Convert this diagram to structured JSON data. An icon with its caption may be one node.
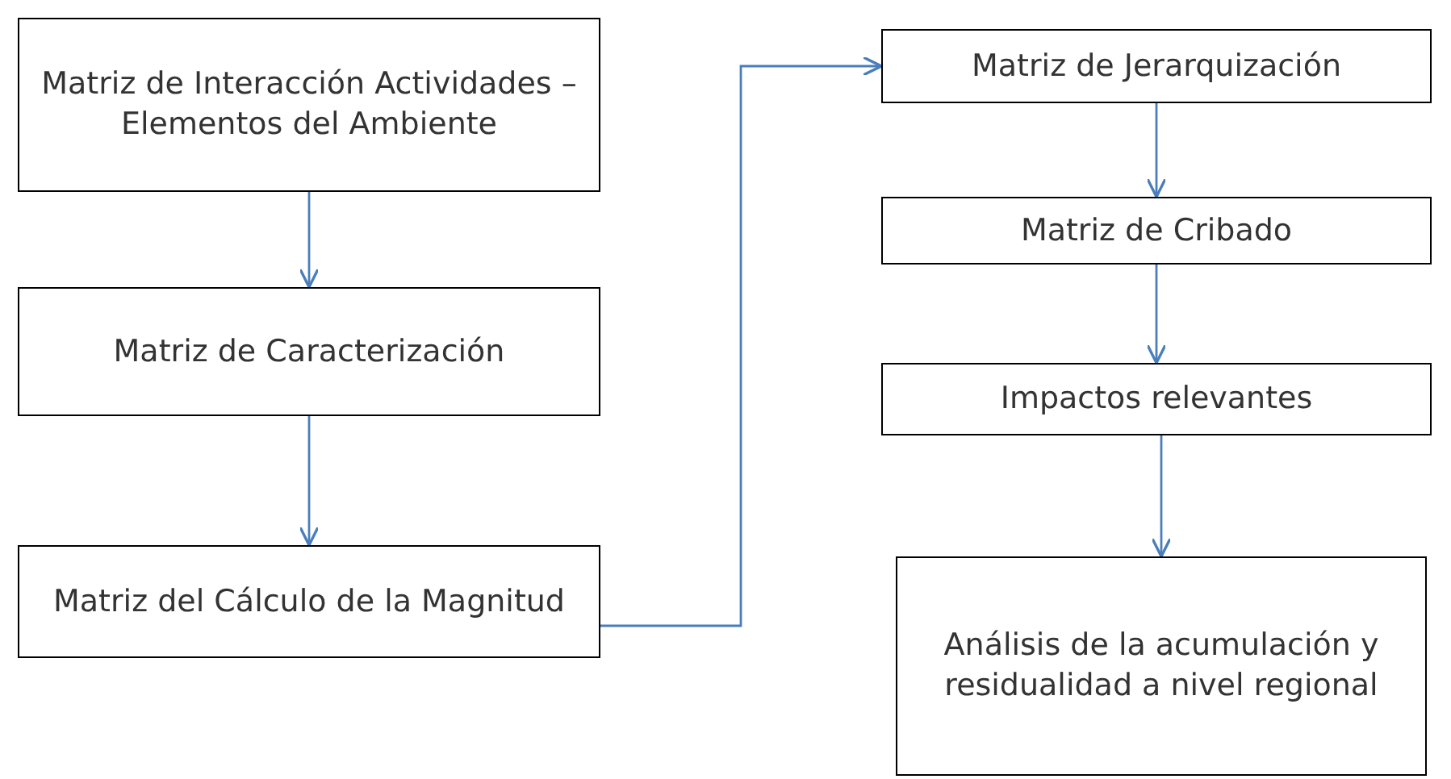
{
  "diagram": {
    "nodes": [
      {
        "text": [
          "Matriz de Interacción Actividades – Elementos del Ambiente"
        ]
      },
      {
        "text": [
          "Matriz de Caracterización"
        ]
      },
      {
        "text": [
          "Matriz del Cálculo de la Magnitud"
        ]
      },
      {
        "text": [
          "Matriz de Jerarquización"
        ]
      },
      {
        "text": [
          "Matriz de Cribado"
        ]
      },
      {
        "text": [
          "Impactos relevantes"
        ]
      },
      {
        "text": [
          "Análisis de la acumulación y residualidad a nivel regional"
        ]
      }
    ],
    "edges": [
      {
        "from": 0,
        "to": 1,
        "arrow": "to"
      },
      {
        "from": 1,
        "to": 2,
        "arrow": "to"
      },
      {
        "from": 2,
        "to": 3,
        "arrow": "to"
      },
      {
        "from": 3,
        "to": 4,
        "arrow": "to"
      },
      {
        "from": 4,
        "to": 5,
        "arrow": "to"
      },
      {
        "from": 5,
        "to": 6,
        "arrow": "to"
      }
    ]
  }
}
